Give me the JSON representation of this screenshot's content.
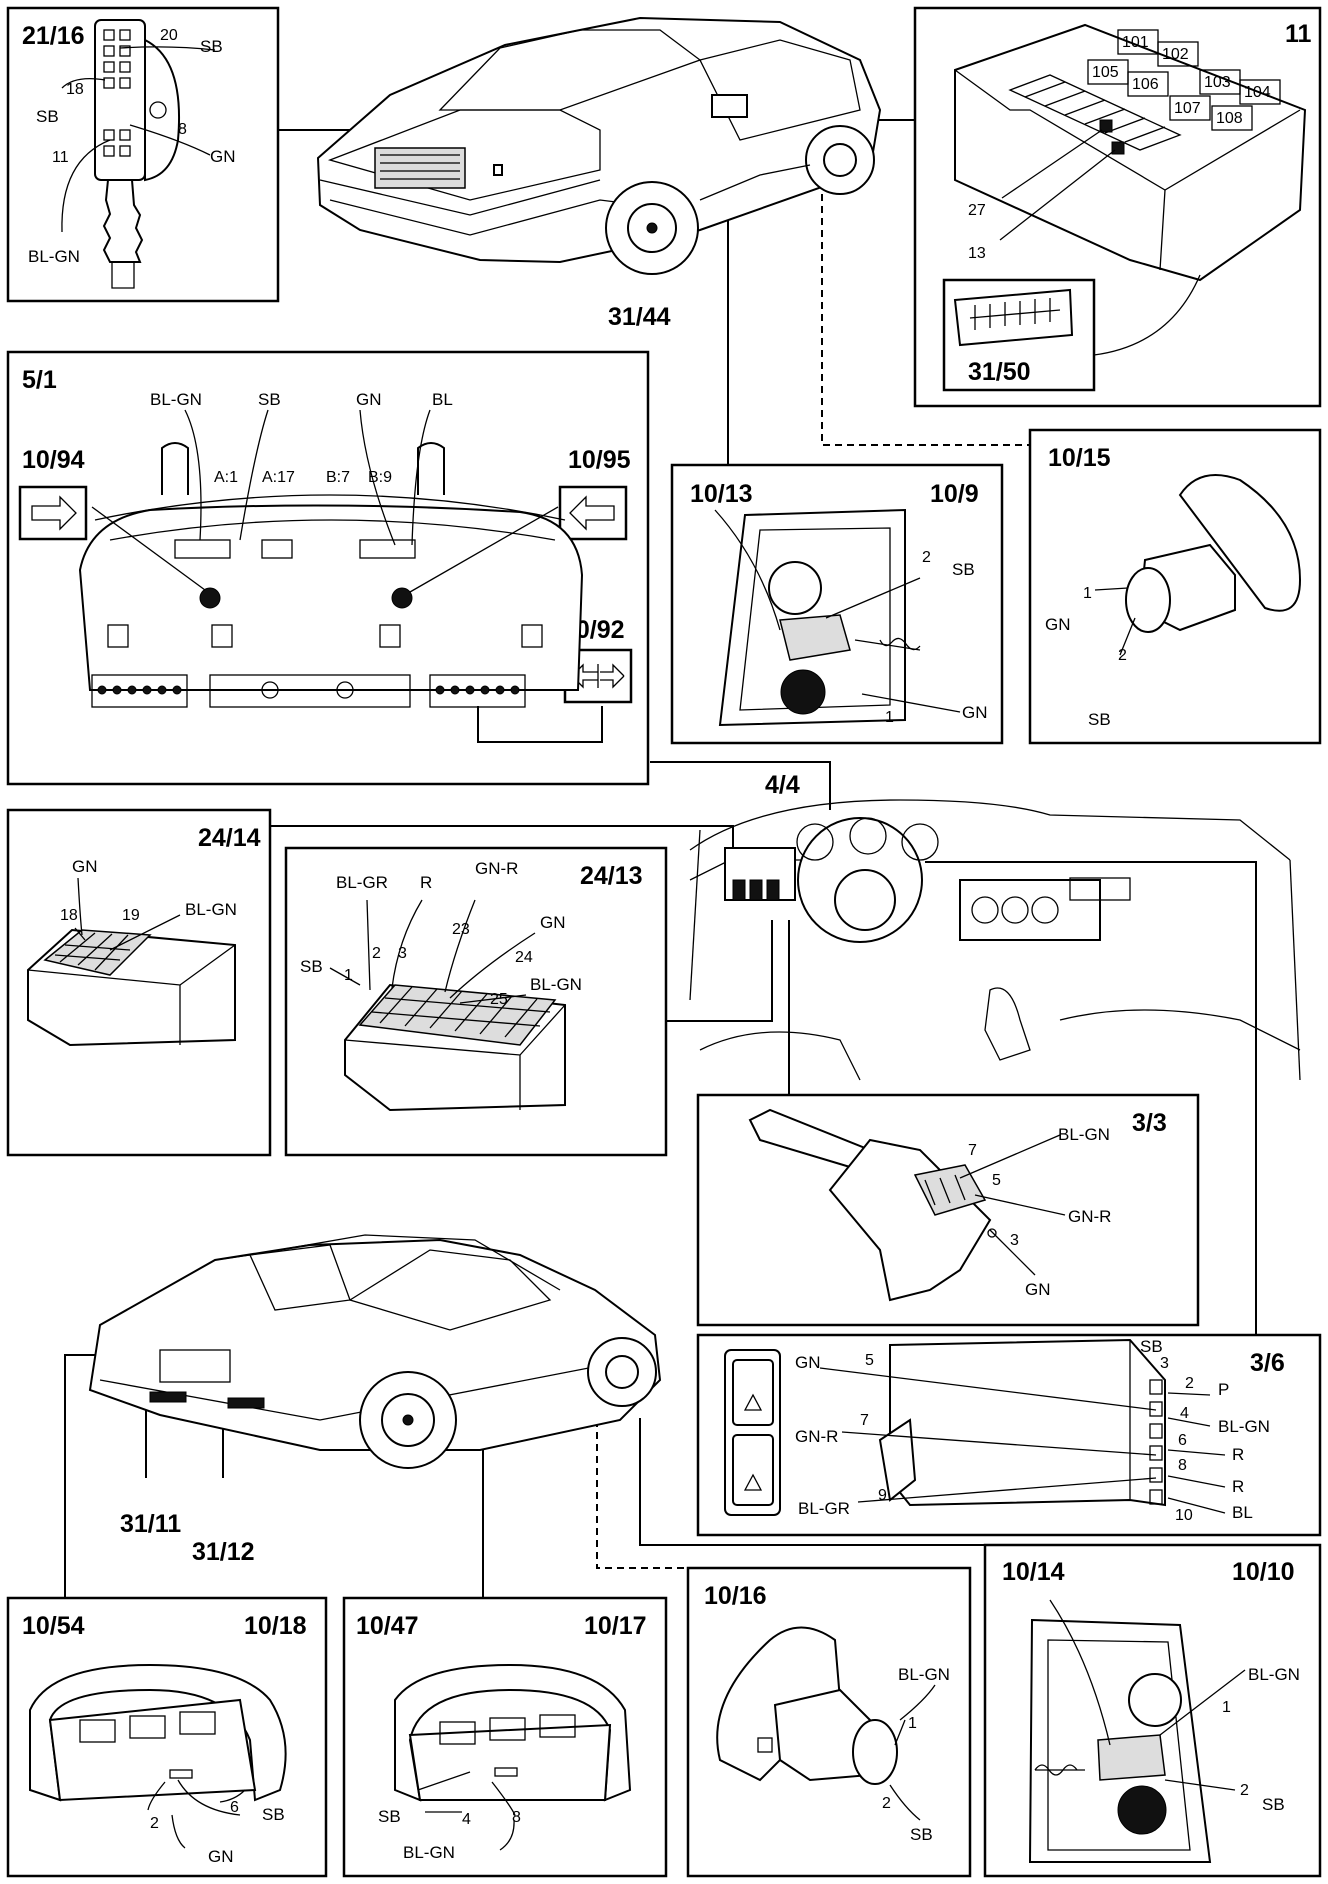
{
  "panels": {
    "p2116": {
      "title": "21/16",
      "labels": [
        "SB",
        "SB",
        "GN",
        "BL-GN"
      ],
      "pins": [
        "20",
        "18",
        "8",
        "11"
      ]
    },
    "car_front": {
      "title": "31/44"
    },
    "p11": {
      "title": "11",
      "relays": [
        "101",
        "102",
        "105",
        "106",
        "103",
        "104",
        "107",
        "108"
      ],
      "pins": [
        "27",
        "13"
      ],
      "sub_title": "31/50"
    },
    "p51": {
      "title": "5/1",
      "wires": [
        "BL-GN",
        "SB",
        "GN",
        "BL"
      ],
      "pins": [
        "A:1",
        "A:17",
        "B:7",
        "B:9"
      ],
      "left_lamp": "10/94",
      "right_lamp": "10/95",
      "hazard": "10/92"
    },
    "p1013": {
      "title_left": "10/13",
      "title_right": "10/9",
      "pins": [
        "2",
        "1"
      ],
      "labels": [
        "SB",
        "GN"
      ]
    },
    "p1015": {
      "title": "10/15",
      "pins": [
        "1",
        "2"
      ],
      "labels": [
        "GN",
        "SB"
      ]
    },
    "dash": {
      "title": "4/4"
    },
    "p2414": {
      "title": "24/14",
      "labels": [
        "GN",
        "BL-GN"
      ],
      "pins": [
        "18",
        "19"
      ]
    },
    "p2413": {
      "title": "24/13",
      "labels": [
        "BL-GR",
        "R",
        "GN-R",
        "GN",
        "SB",
        "BL-GN"
      ],
      "pins": [
        "2",
        "3",
        "23",
        "24",
        "1",
        "25"
      ]
    },
    "p33": {
      "title": "3/3",
      "labels": [
        "BL-GN",
        "GN-R",
        "GN"
      ],
      "pins": [
        "7",
        "5",
        "3"
      ]
    },
    "car_rear": {
      "left_title": "31/11",
      "right_title": "31/12"
    },
    "p36": {
      "title": "3/6",
      "left_labels": [
        "GN",
        "GN-R",
        "BL-GR"
      ],
      "left_pins": [
        "5",
        "7",
        "9"
      ],
      "top_label": "SB",
      "right_pins": [
        "3",
        "2",
        "4",
        "6",
        "8",
        "10"
      ],
      "right_labels": [
        "P",
        "BL-GN",
        "R",
        "R",
        "BL"
      ]
    },
    "p1054": {
      "title_left": "10/54",
      "title_right": "10/18",
      "pins": [
        "2",
        "6"
      ],
      "labels": [
        "GN",
        "SB"
      ]
    },
    "p1047": {
      "title_left": "10/47",
      "title_right": "10/17",
      "pins": [
        "4",
        "8"
      ],
      "labels": [
        "SB",
        "BL-GN"
      ]
    },
    "p1016": {
      "title": "10/16",
      "pins": [
        "1",
        "2"
      ],
      "labels": [
        "BL-GN",
        "SB"
      ]
    },
    "p1014": {
      "title_left": "10/14",
      "title_right": "10/10",
      "pins": [
        "1",
        "2"
      ],
      "labels": [
        "BL-GN",
        "SB"
      ]
    }
  }
}
